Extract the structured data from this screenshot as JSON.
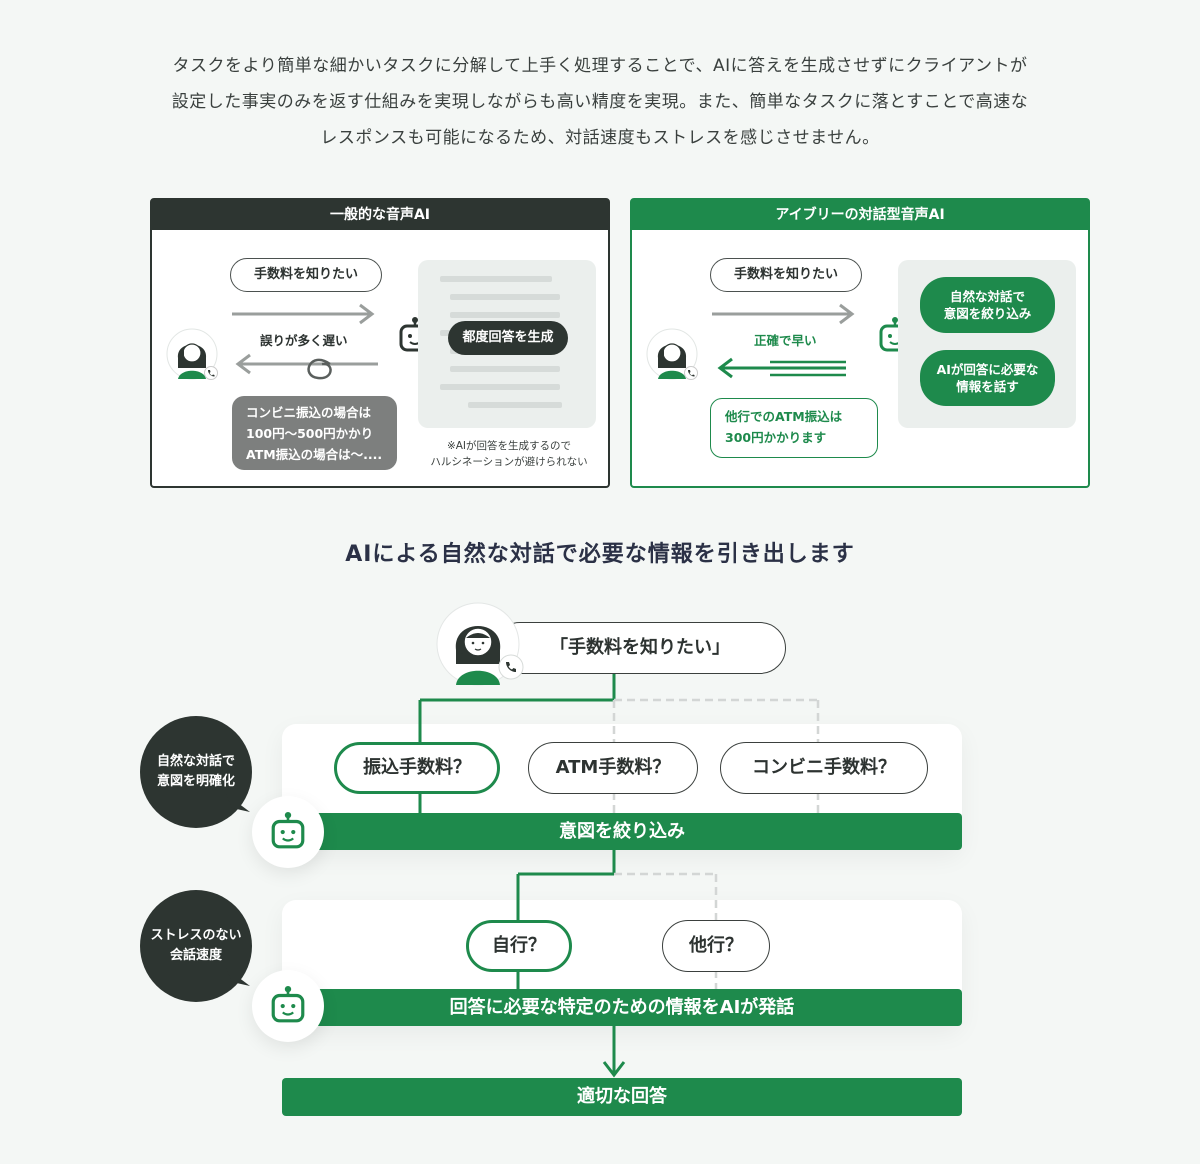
{
  "intro": {
    "lines": [
      "タスクをより簡単な細かいタスクに分解して上手く処理することで、AIに答えを生成させずにクライアントが",
      "設定した事実のみを返す仕組みを実現しながらも高い精度を実現。また、簡単なタスクに落とすことで高速な",
      "レスポンスも可能になるため、対話速度もストレスを感じさせません。"
    ]
  },
  "left_panel": {
    "title": "一般的な音声AI",
    "user_bubble": "手数料を知りたい",
    "arrow_label": "誤りが多く遅い",
    "bot_action": "都度回答を生成",
    "answer_lines": [
      "コンビニ振込の場合は",
      "100円〜500円かかり",
      "ATM振込の場合は〜...."
    ],
    "note_lines": [
      "※AIが回答を生成するので",
      "ハルシネーションが避けられない"
    ]
  },
  "right_panel": {
    "title": "アイブリーの対話型音声AI",
    "user_bubble": "手数料を知りたい",
    "arrow_label": "正確で早い",
    "step1_lines": [
      "自然な対話で",
      "意図を絞り込み"
    ],
    "step2_lines": [
      "AIが回答に必要な",
      "情報を話す"
    ],
    "answer_lines": [
      "他行でのATM振込は",
      "300円かかります"
    ]
  },
  "section_title": "AIによる自然な対話で必要な情報を引き出します",
  "flow": {
    "user_utterance": "「手数料を知りたい」",
    "side_label_1": [
      "自然な対話で",
      "意図を明確化"
    ],
    "side_label_2": [
      "ストレスのない",
      "会話速度"
    ],
    "options_1": [
      "振込手数料？",
      "ATM手数料？",
      "コンビニ手数料？"
    ],
    "bar_1": "意図を絞り込み",
    "options_2": [
      "自行？",
      "他行？"
    ],
    "bar_2": "回答に必要な特定のための情報をAIが発話",
    "final": "適切な回答"
  },
  "colors": {
    "accent_green": "#1e8a4c",
    "dark": "#2d3531",
    "background": "#f4f7f5"
  },
  "icons": [
    "robot-icon",
    "user-avatar-icon",
    "phone-icon",
    "arrow-icon"
  ]
}
